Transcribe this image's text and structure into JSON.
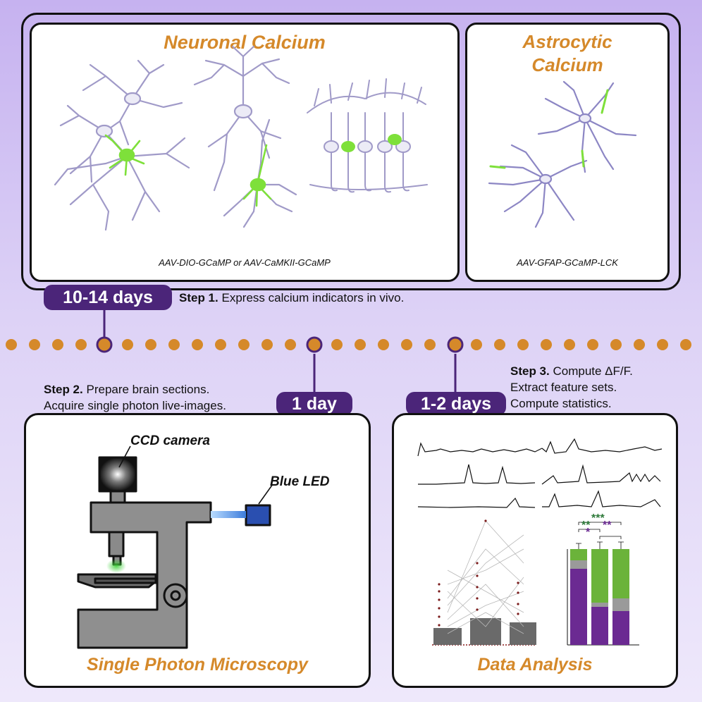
{
  "neuronal_panel": {
    "title": "Neuronal Calcium",
    "caption": "AAV-DIO-GCaMP or AAV-CaMKII-GCaMP"
  },
  "astrocytic_panel": {
    "title_line1": "Astrocytic",
    "title_line2": "Calcium",
    "caption": "AAV-GFAP-GCaMP-LCK"
  },
  "step1": {
    "duration": "10-14 days",
    "label": "Step 1.",
    "text": "Express calcium indicators in vivo."
  },
  "step2": {
    "duration": "1 day",
    "label": "Step 2.",
    "line1": "Prepare brain sections.",
    "line2": "Acquire single photon live-images."
  },
  "step3": {
    "duration": "1-2 days",
    "label": "Step 3.",
    "line1": "Compute ΔF/F.",
    "line2": "Extract feature sets.",
    "line3": "Compute statistics."
  },
  "microscopy_panel": {
    "title": "Single Photon Microscopy",
    "camera_label": "CCD camera",
    "led_label": "Blue LED"
  },
  "analysis_panel": {
    "title": "Data Analysis",
    "sig_row1": "***",
    "sig_row2_a": "**",
    "sig_row2_b": "**",
    "sig_row3": "*"
  },
  "colors": {
    "accent_orange": "#d5892a",
    "pill_purple": "#4b2579",
    "neuron_lavender": "#a09ac8",
    "gcamp_green": "#7ee03a",
    "led_blue": "#2a4fb0",
    "bar_purple": "#6b2a92",
    "bar_green": "#6bb33a",
    "bar_gray": "#9a9a9a"
  }
}
